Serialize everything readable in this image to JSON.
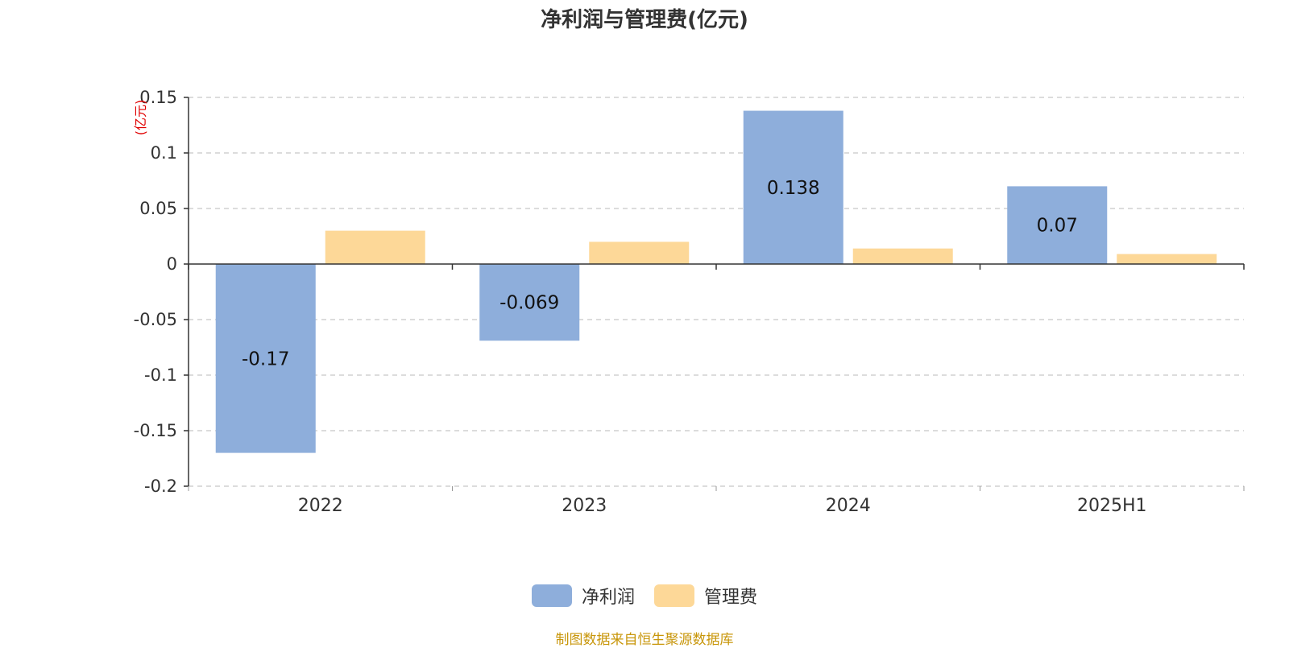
{
  "chart_data": {
    "type": "bar",
    "title": "净利润与管理费(亿元)",
    "ylabel": "(亿元)",
    "categories": [
      "2022",
      "2023",
      "2024",
      "2025H1"
    ],
    "series": [
      {
        "name": "净利润",
        "color": "#8eaedb",
        "values": [
          -0.17,
          -0.069,
          0.138,
          0.07
        ],
        "labels": [
          "-0.17",
          "-0.069",
          "0.138",
          "0.07"
        ]
      },
      {
        "name": "管理费",
        "color": "#fdd898",
        "values": [
          0.03,
          0.02,
          0.014,
          0.009
        ]
      }
    ],
    "ylim": [
      -0.2,
      0.15
    ],
    "yticks": [
      {
        "value": 0.15,
        "label": "0.15"
      },
      {
        "value": 0.1,
        "label": "0.1"
      },
      {
        "value": 0.05,
        "label": "0.05"
      },
      {
        "value": 0,
        "label": "0"
      },
      {
        "value": -0.05,
        "label": "-0.05"
      },
      {
        "value": -0.1,
        "label": "-0.1"
      },
      {
        "value": -0.15,
        "label": "-0.15"
      },
      {
        "value": -0.2,
        "label": "-0.2"
      }
    ],
    "grid": true,
    "legend_position": "bottom-center",
    "ylabel_color": "#e00000"
  },
  "source_note": "制图数据来自恒生聚源数据库"
}
